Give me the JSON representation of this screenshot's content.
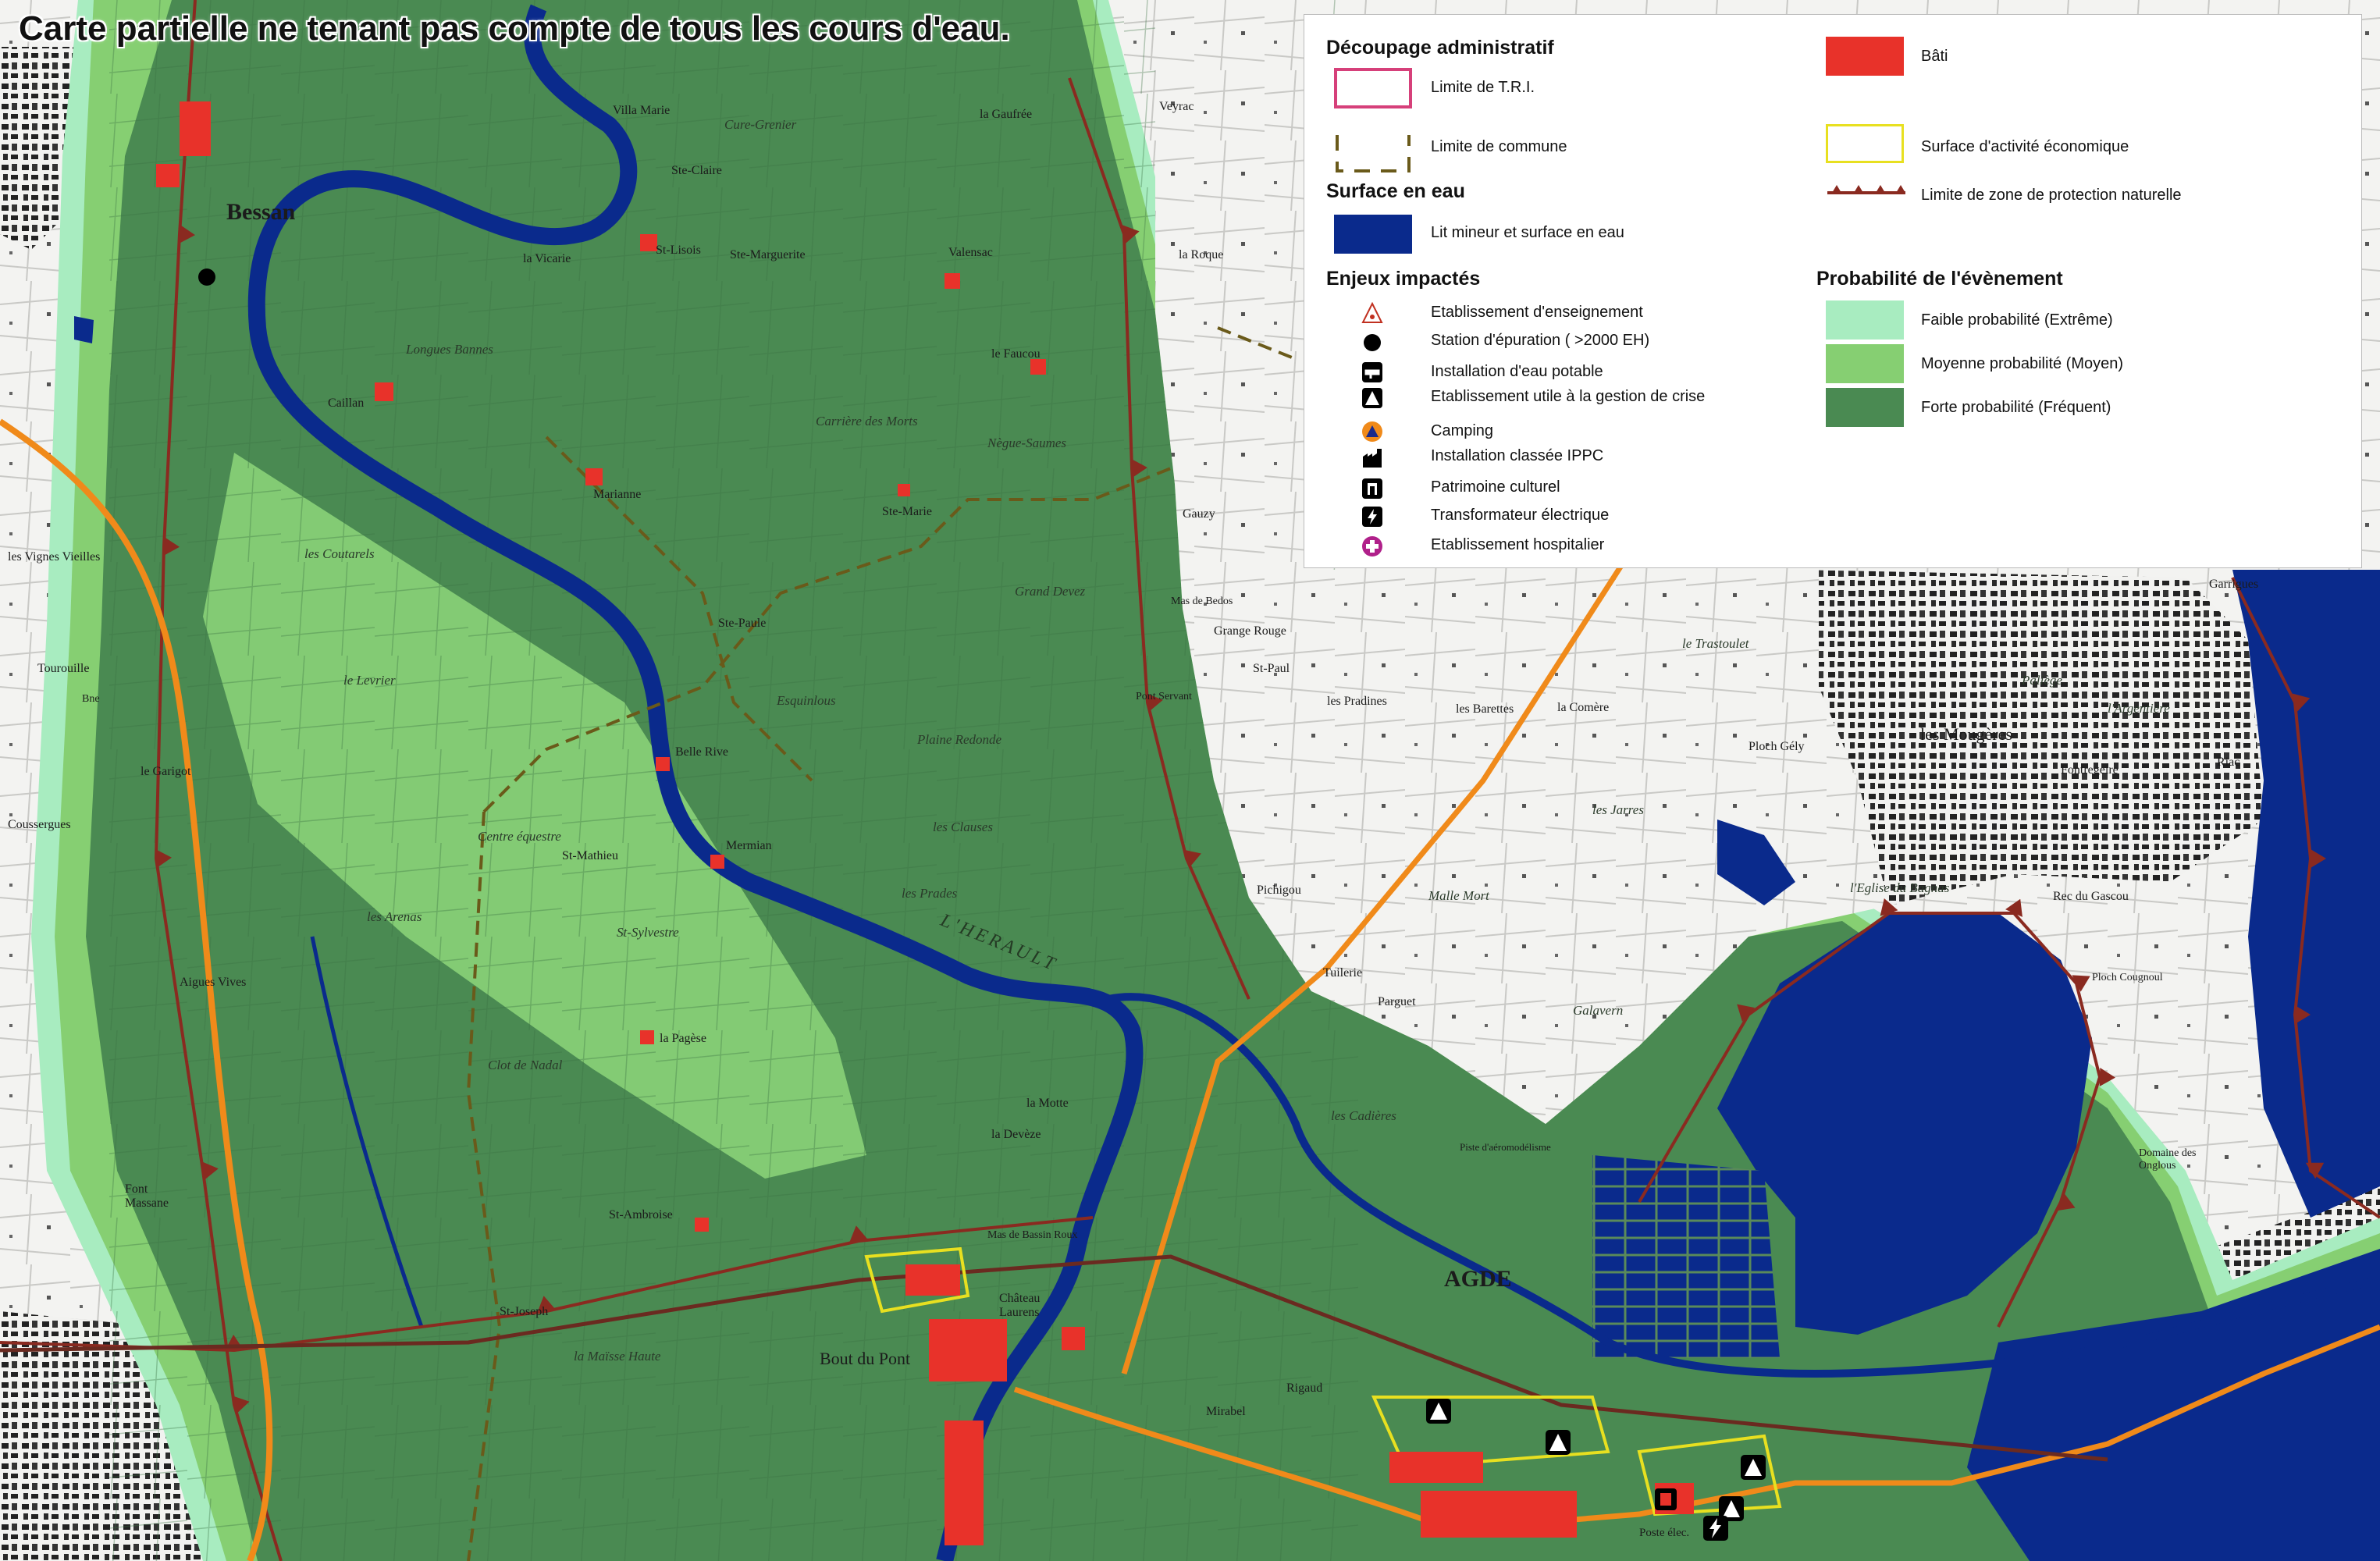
{
  "title": "Carte partielle ne tenant pas compte de tous les cours d'eau.",
  "colors": {
    "forte": "#4a8a52",
    "moyenne": "#86cf72",
    "faible": "#a8ecc0",
    "water": "#0a2a8c",
    "bati": "#e8322a",
    "tri": "#d6407a",
    "commune": "#6a5a1a",
    "eco": "#e8e020",
    "protection": "#8a2a20",
    "road": "#f08a1a"
  },
  "legend": {
    "decoupage": {
      "title": "Découpage administratif",
      "tri": "Limite de T.R.I.",
      "commune": "Limite de commune"
    },
    "surface": {
      "title": "Surface en eau",
      "lit": "Lit mineur et surface en eau"
    },
    "bati": "Bâti",
    "eco": "Surface d'activité économique",
    "protection": "Limite de zone de protection naturelle",
    "enjeux": {
      "title": "Enjeux impactés",
      "items": [
        {
          "icon": "school-warning-icon",
          "label": "Etablissement d'enseignement"
        },
        {
          "icon": "circle-icon",
          "label": "Station d'épuration ( >2000 EH)"
        },
        {
          "icon": "water-tap-icon",
          "label": "Installation d'eau potable"
        },
        {
          "icon": "triangle-icon",
          "label": "Etablissement utile à la gestion de crise"
        },
        {
          "icon": "camping-icon",
          "label": "Camping"
        },
        {
          "icon": "factory-icon",
          "label": "Installation classée IPPC"
        },
        {
          "icon": "heritage-icon",
          "label": "Patrimoine culturel"
        },
        {
          "icon": "lightning-icon",
          "label": "Transformateur électrique"
        },
        {
          "icon": "hospital-cross-icon",
          "label": "Etablissement hospitalier"
        }
      ]
    },
    "probabilite": {
      "title": "Probabilité de l'évènement",
      "faible": "Faible probabilité (Extrême)",
      "moyenne": "Moyenne probabilité (Moyen)",
      "forte": "Forte probabilité (Fréquent)"
    }
  },
  "places": {
    "bessan": "Bessan",
    "agde": "AGDE",
    "mougeres": "les Mougères",
    "herault": "L'HERAULT",
    "bout_du_pont": "Bout du Pont",
    "villa_marie": "Villa Marie",
    "ste_claire": "Ste-Claire",
    "la_vicarie": "la Vicarie",
    "st_lisois": "St-Lisois",
    "ste_marguerite": "Ste-Marguerite",
    "valensac": "Valensac",
    "le_faucou": "le Faucou",
    "caillan": "Caillan",
    "marianne": "Marianne",
    "ste_marie": "Ste-Marie",
    "ste_paule": "Ste-Paule",
    "belle_rive": "Belle Rive",
    "mermian": "Mermian",
    "st_mathieu": "St-Mathieu",
    "la_pagese": "la Pagèse",
    "st_ambroise": "St-Ambroise",
    "la_motte": "la Motte",
    "la_deveze": "la Devèze",
    "veyrac": "Veyrac",
    "la_roque": "la Roque",
    "gauzy": "Gauzy",
    "grange_rouge": "Grange Rouge",
    "st_paul": "St-Paul",
    "les_pradines": "les Pradines",
    "les_barettes": "les Barettes",
    "la_comere": "la Comère",
    "le_trastoulet": "le Trastoulet",
    "paliges": "Paliège",
    "argentiere": "l'Argentière",
    "fontregeire": "Fontregeire",
    "riac": "Riac",
    "parguet": "Parguet",
    "malle_mort": "Malle Mort",
    "galavern": "Galavern",
    "les_cadieres": "les Cadières",
    "piste": "Piste d'aéromodélisme",
    "ploch_gely": "Ploch Gély",
    "eglise_bagnas": "l'Eglise du Bagnas",
    "rec_gascou": "Rec du Gascou",
    "ploch_cougnoul": "Ploch Cougnoul",
    "domaine_onglous": "Domaine des Onglous",
    "garrigues": "Garrigues",
    "les_vignes_vieilles": "les Vignes Vieilles",
    "tourouille": "Tourouille",
    "le_garigot": "le Garigot",
    "aigues_vives": "Aigues Vives",
    "font_massane": "Font Massane",
    "longues_bannes": "Longues Bannes",
    "carrierre_morts": "Carrière des Morts",
    "negue_saumes": "Nègue-Saumes",
    "grand_devez": "Grand Devez",
    "esquinlous": "Esquinlous",
    "plaine_redonde": "Plaine Redonde",
    "les_clauses": "les Clauses",
    "les_prades": "les Prades",
    "les_arenas": "les Arenas",
    "clot_de_nadal": "Clot de Nadal",
    "les_coutarels": "les Coutarels",
    "le_levrier": "le Levrier",
    "la_mairie_haute": "la Maïsse Haute",
    "st_joseph": "St-Joseph",
    "st_sylvestre": "St-Sylvestre",
    "centre_equestre": "Centre équestre",
    "cure_grenier": "Cure-Grenier",
    "la_gaufree": "la Gaufrée",
    "mas_de_bedos": "Mas de Bedos",
    "pont_servant": "Pont Servant",
    "pichigon": "Pichigou",
    "tuilerie": "Tuilerie",
    "mirabel": "Mirabel",
    "rigaud": "Rigaud",
    "les_jarres": "les Jarres",
    "poste_elec": "Poste élec.",
    "chateau_laurens": "Château Laurens",
    "mas_de_bassin_roux": "Mas de Bassin Roux",
    "coussergues": "Coussergues",
    "bne": "Bne"
  }
}
